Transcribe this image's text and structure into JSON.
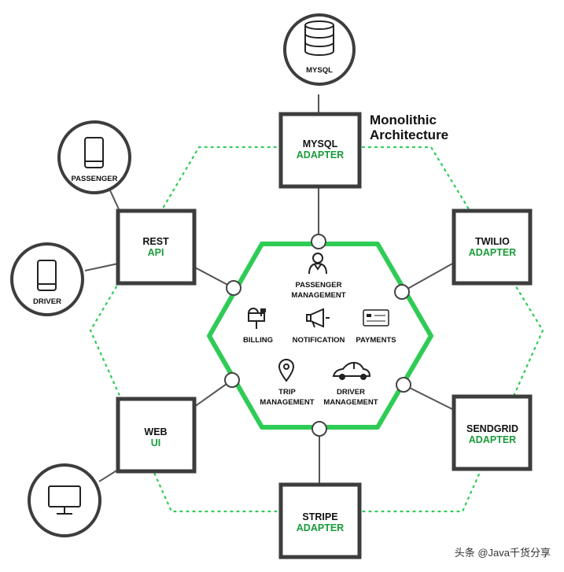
{
  "title": {
    "line1": "Monolithic",
    "line2": "Architecture"
  },
  "adapters": {
    "mysql": {
      "line1": "MYSQL",
      "line2": "ADAPTER"
    },
    "rest": {
      "line1": "REST",
      "line2": "API"
    },
    "twilio": {
      "line1": "TWILIO",
      "line2": "ADAPTER"
    },
    "web": {
      "line1": "WEB",
      "line2": "UI"
    },
    "sendgrid": {
      "line1": "SENDGRID",
      "line2": "ADAPTER"
    },
    "stripe": {
      "line1": "STRIPE",
      "line2": "ADAPTER"
    }
  },
  "externals": {
    "mysql": "MYSQL",
    "passenger": "PASSENGER",
    "driver": "DRIVER"
  },
  "modules": {
    "passenger_mgmt": {
      "line1": "PASSENGER",
      "line2": "MANAGEMENT",
      "icon": "person-icon"
    },
    "billing": {
      "label": "BILLING",
      "icon": "mailbox-icon"
    },
    "notification": {
      "label": "NOTIFICATION",
      "icon": "megaphone-icon"
    },
    "payments": {
      "label": "PAYMENTS",
      "icon": "card-icon"
    },
    "trip_mgmt": {
      "line1": "TRIP",
      "line2": "MANAGEMENT",
      "icon": "location-pin-icon"
    },
    "driver_mgmt": {
      "line1": "DRIVER",
      "line2": "MANAGEMENT",
      "icon": "car-icon"
    }
  },
  "watermark": "头条 @Java千货分享",
  "colors": {
    "accent": "#2ecc55",
    "accent_text": "#1a9b3a",
    "border": "#3d3d3d"
  }
}
